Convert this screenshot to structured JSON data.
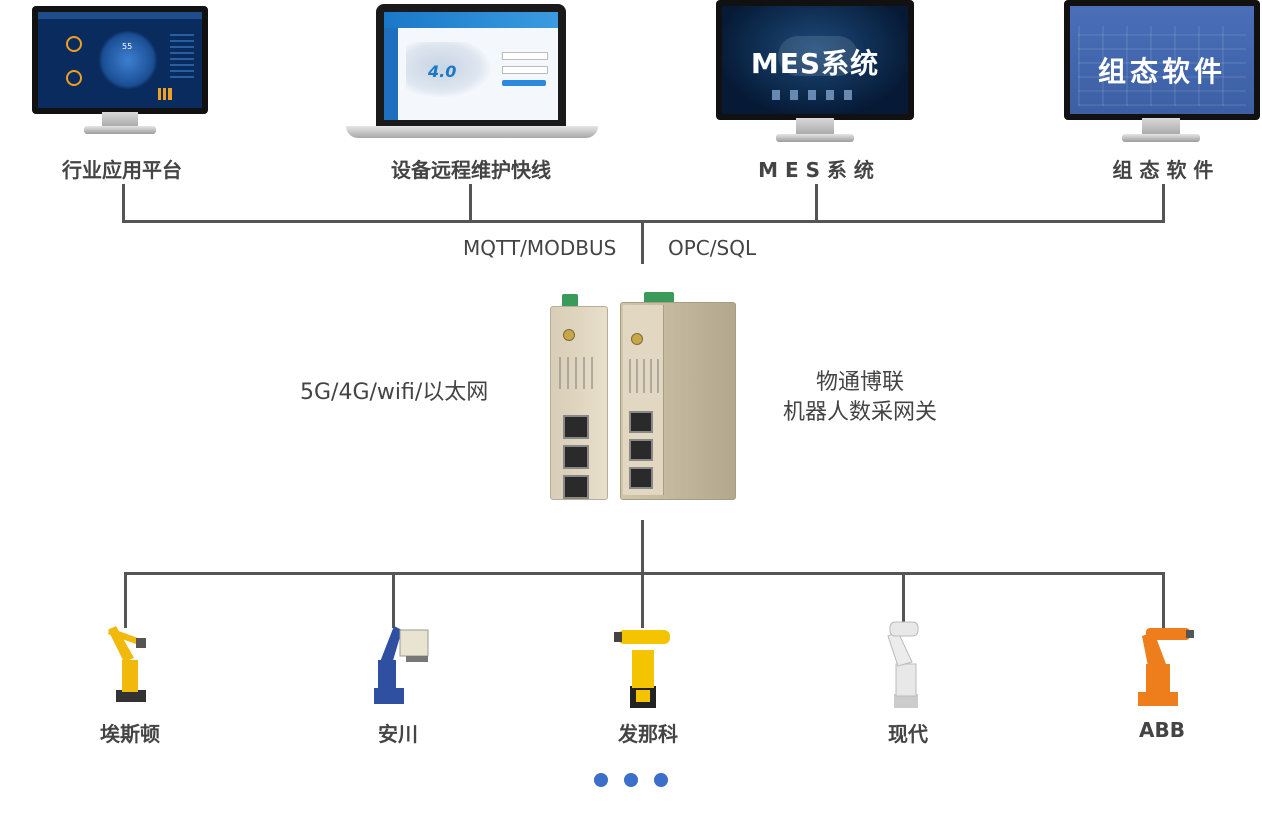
{
  "top_systems": [
    {
      "label": "行业应用平台",
      "kind": "platform"
    },
    {
      "label": "设备远程维护快线",
      "kind": "laptop"
    },
    {
      "label": "M E S 系 统",
      "kind": "mes",
      "screen_text": "MES系统"
    },
    {
      "label": "组 态 软 件",
      "kind": "scada",
      "screen_text": "组态软件"
    }
  ],
  "platform_screen_value": "55",
  "laptop_screen_badge": "4.0",
  "protocols": {
    "left": "MQTT/MODBUS",
    "right": "OPC/SQL"
  },
  "gateway": {
    "network": "5G/4G/wifi/以太网",
    "title_line1": "物通博联",
    "title_line2": "机器人数采网关"
  },
  "robots": [
    {
      "label": "埃斯顿",
      "color": "#f0b90b"
    },
    {
      "label": "安川",
      "color": "#2f4fa0"
    },
    {
      "label": "发那科",
      "color": "#f5c400"
    },
    {
      "label": "现代",
      "color": "#e8e8e8"
    },
    {
      "label": "ABB",
      "color": "#ee7d1c"
    }
  ],
  "pager": {
    "dots": 3,
    "color": "#3b6fc9"
  },
  "colors": {
    "line": "#555555",
    "text": "#444444"
  }
}
